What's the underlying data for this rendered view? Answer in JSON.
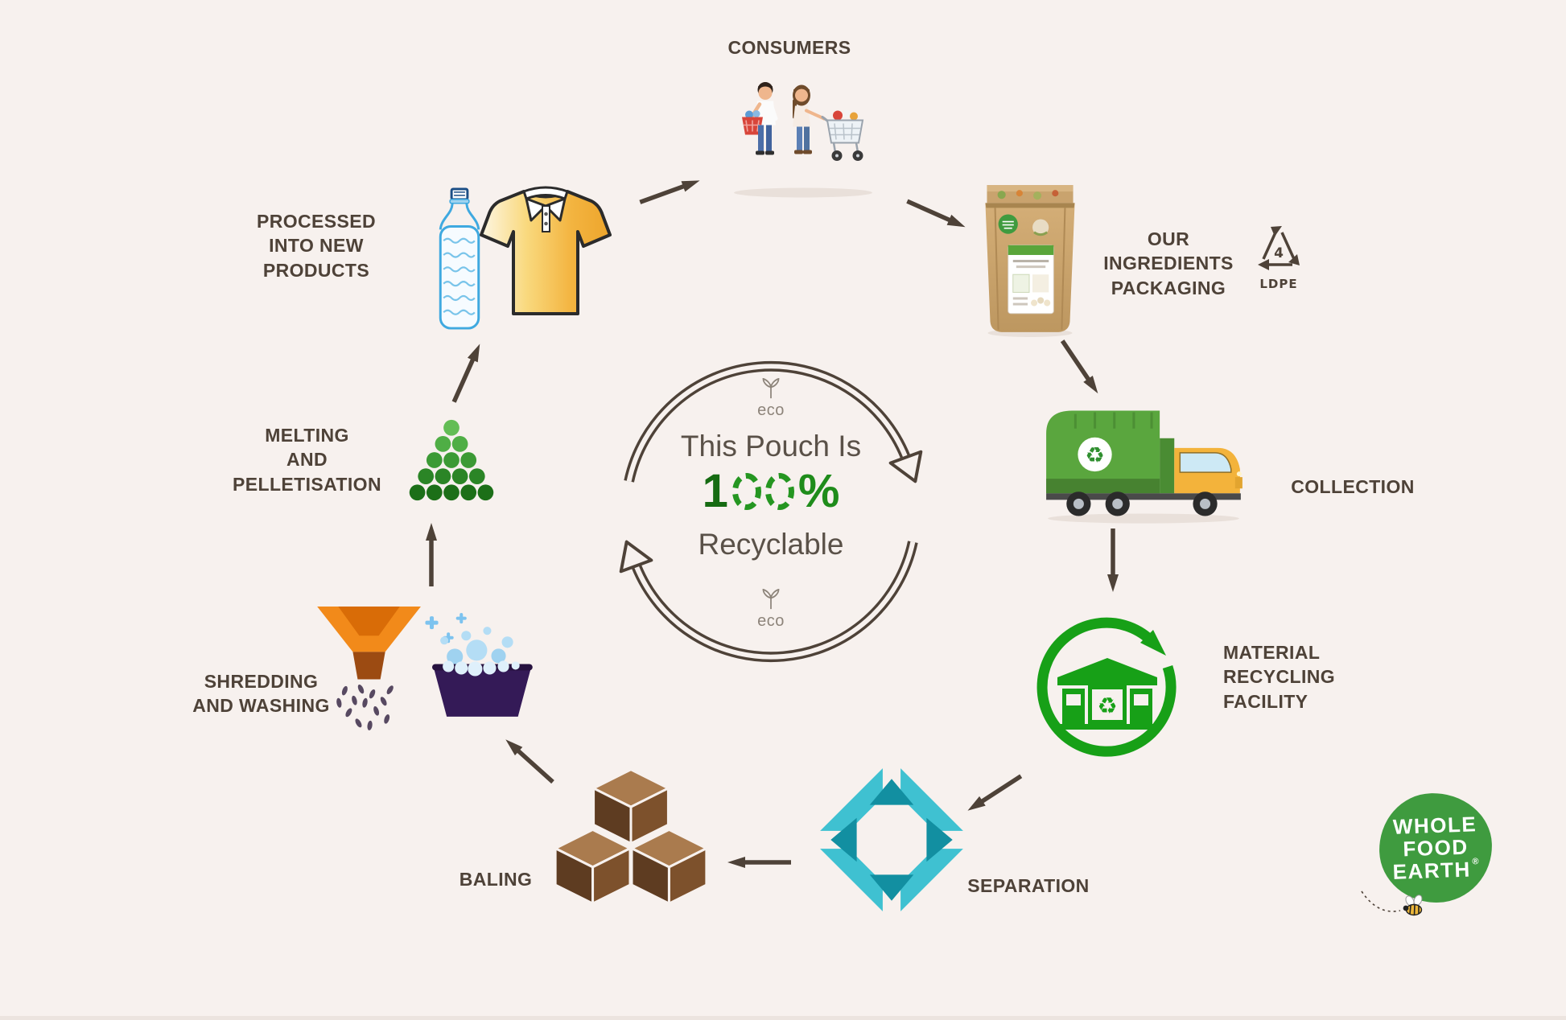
{
  "background_color": "#f7f1ee",
  "text_color": "#4e4238",
  "center_badge": {
    "line1": "This Pouch Is",
    "digit": "1",
    "percent_sign": "%",
    "percent_full": "100%",
    "line2": "Recyclable",
    "eco_top": "eco",
    "eco_bottom": "eco"
  },
  "stages": {
    "consumers": {
      "label": "CONSUMERS"
    },
    "packaging": {
      "line1": "OUR INGREDIENTS",
      "line2": "PACKAGING",
      "resin_code": "4",
      "resin_label": "LDPE"
    },
    "collection": {
      "label": "COLLECTION"
    },
    "mrf": {
      "line1": "MATERIAL",
      "line2": "RECYCLING",
      "line3": "FACILITY"
    },
    "separation": {
      "label": "SEPARATION"
    },
    "baling": {
      "label": "BALING"
    },
    "shredding": {
      "line1": "SHREDDING",
      "line2": "AND WASHING"
    },
    "melting": {
      "line1": "MELTING",
      "line2": "AND",
      "line3": "PELLETISATION"
    },
    "processed": {
      "line1": "PROCESSED",
      "line2": "INTO NEW PRODUCTS"
    }
  },
  "icons": {
    "recycle_glyph": "♻"
  },
  "logo": {
    "line1": "WHOLE",
    "line2": "FOOD",
    "line3": "EARTH",
    "registered": "®"
  },
  "colors": {
    "arrow_brown": "#4e4238",
    "green": "#17a017",
    "dark_green": "#1d6f17",
    "teal": "#3fc1d1",
    "teal_dark": "#128fa1",
    "orange": "#f28a1a",
    "bale_brown": "#7d512c",
    "truck_green": "#5aa63e",
    "cab_yellow": "#f3b33b",
    "logo_green": "#3f9b3f"
  }
}
